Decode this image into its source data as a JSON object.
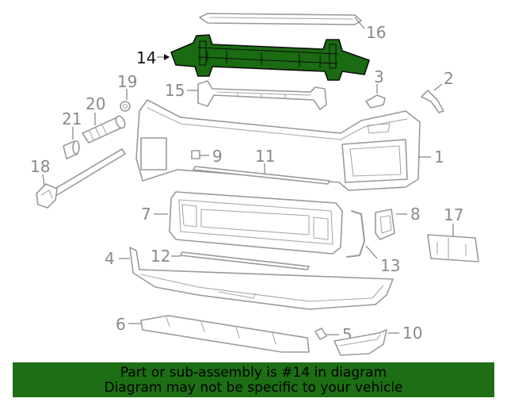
{
  "callouts": {
    "c1": "1",
    "c2": "2",
    "c3": "3",
    "c4": "4",
    "c5": "5",
    "c6": "6",
    "c7": "7",
    "c8": "8",
    "c9": "9",
    "c10": "10",
    "c11": "11",
    "c12": "12",
    "c13": "13",
    "c14": "14",
    "c15": "15",
    "c16": "16",
    "c17": "17",
    "c18": "18",
    "c19": "19",
    "c20": "20",
    "c21": "21"
  },
  "highlight": {
    "part_number": "14",
    "fill_color": "#1a6b12"
  },
  "banner": {
    "line1": "Part or sub-assembly is #14 in diagram",
    "line2": "Diagram may not be specific to your vehicle",
    "background_color": "#1d6e14"
  }
}
